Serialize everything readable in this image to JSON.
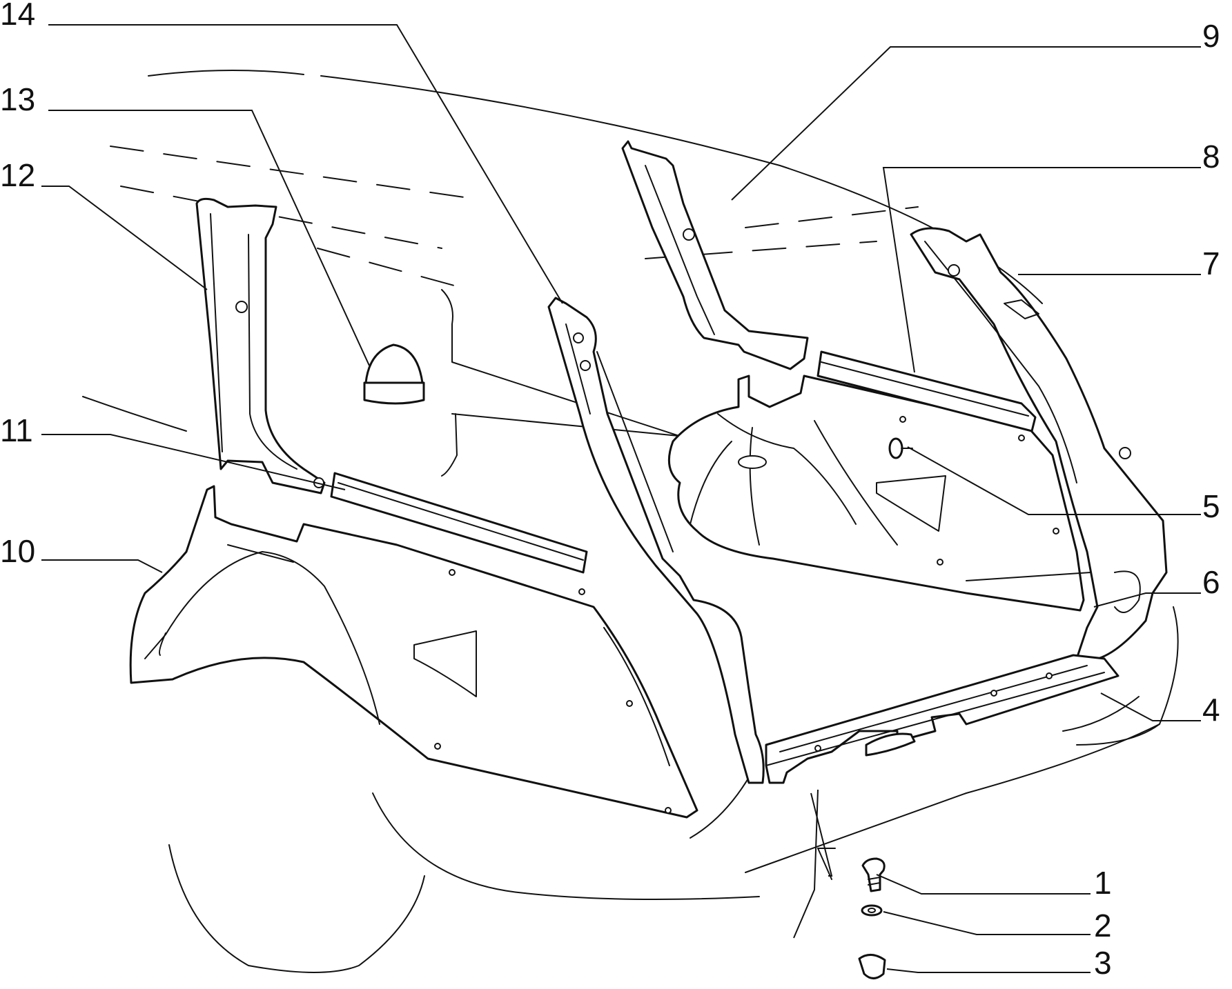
{
  "callouts": [
    {
      "id": "14",
      "label": "14"
    },
    {
      "id": "13",
      "label": "13"
    },
    {
      "id": "12",
      "label": "12"
    },
    {
      "id": "11",
      "label": "11"
    },
    {
      "id": "10",
      "label": "10"
    },
    {
      "id": "9",
      "label": "9"
    },
    {
      "id": "8",
      "label": "8"
    },
    {
      "id": "7",
      "label": "7"
    },
    {
      "id": "5",
      "label": "5"
    },
    {
      "id": "6",
      "label": "6"
    },
    {
      "id": "4",
      "label": "4"
    },
    {
      "id": "1",
      "label": "1"
    },
    {
      "id": "2",
      "label": "2"
    },
    {
      "id": "3",
      "label": "3"
    }
  ],
  "colors": {
    "ink": "#111111",
    "paper": "#ffffff"
  }
}
